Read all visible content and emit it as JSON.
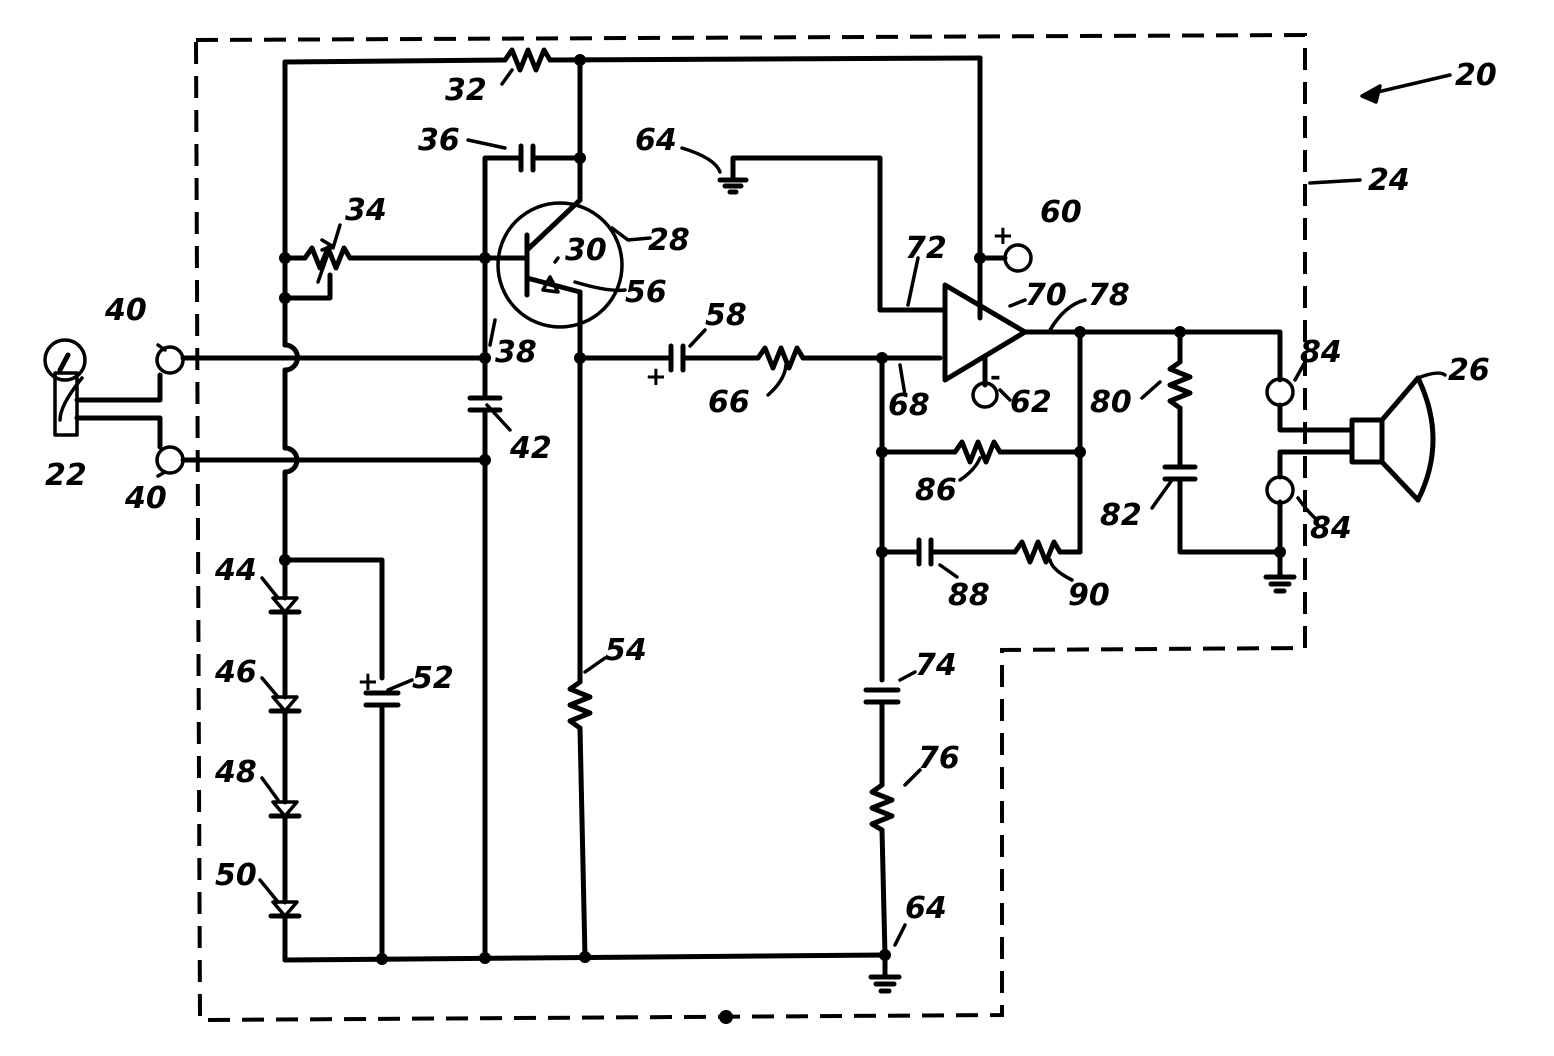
{
  "labels": {
    "l20": "20",
    "l22": "22",
    "l24": "24",
    "l26": "26",
    "l28": "28",
    "l30": "30",
    "l32": "32",
    "l34": "34",
    "l36": "36",
    "l38": "38",
    "l40a": "40",
    "l40b": "40",
    "l42": "42",
    "l44": "44",
    "l46": "46",
    "l48": "48",
    "l50": "50",
    "l52": "52",
    "l54": "54",
    "l56": "56",
    "l58": "58",
    "l60": "60",
    "l62": "62",
    "l64a": "64",
    "l64b": "64",
    "l66": "66",
    "l68": "68",
    "l70": "70",
    "l72": "72",
    "l74": "74",
    "l76": "76",
    "l78": "78",
    "l80": "80",
    "l82": "82",
    "l84a": "84",
    "l84b": "84",
    "l86": "86",
    "l88": "88",
    "l90": "90"
  },
  "signs": {
    "cap52_plus": "+",
    "cap58_plus": "+",
    "terminal60_plus": "+",
    "terminal62_minus": "-"
  }
}
